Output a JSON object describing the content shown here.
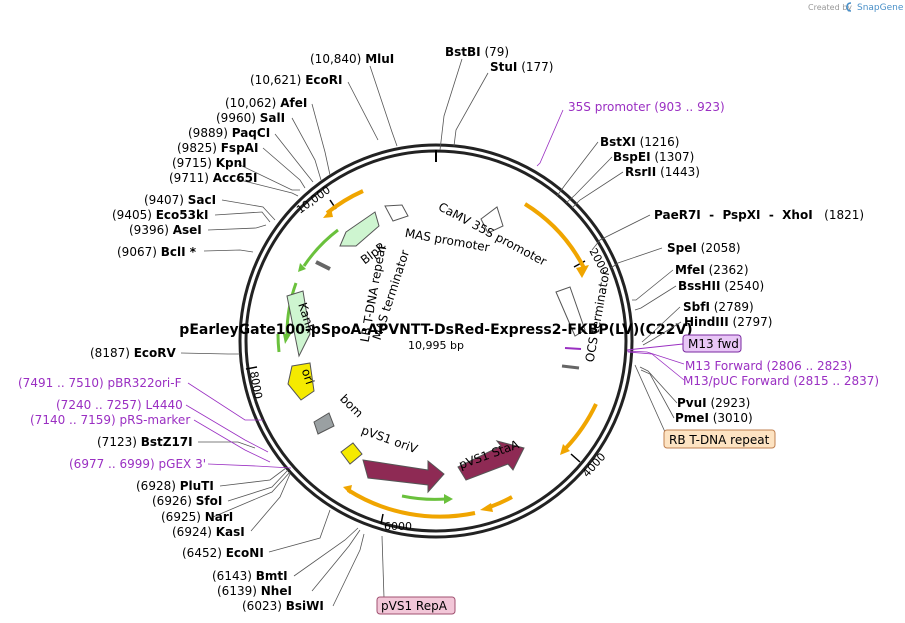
{
  "header": {
    "credit": "Created by",
    "brand": "SnapGene"
  },
  "plasmid": {
    "name": "pEarleyGate100-pSpoA-APVNTT-DsRed-Express2-FKBP(LV)(C22V)",
    "length": "10,995 bp"
  },
  "ticks": [
    "2000",
    "4000",
    "6000",
    "8000",
    "10,000"
  ],
  "sites": [
    {
      "name": "MluI",
      "pos": "(10,840)",
      "side": "left"
    },
    {
      "name": "EcoRI",
      "pos": "(10,621)",
      "side": "left"
    },
    {
      "name": "AfeI",
      "pos": "(10,062)",
      "side": "left"
    },
    {
      "name": "SalI",
      "pos": "(9960)",
      "side": "left"
    },
    {
      "name": "PaqCI",
      "pos": "(9889)",
      "side": "left"
    },
    {
      "name": "FspAI",
      "pos": "(9825)",
      "side": "left"
    },
    {
      "name": "KpnI",
      "pos": "(9715)",
      "side": "left"
    },
    {
      "name": "Acc65I",
      "pos": "(9711)",
      "side": "left"
    },
    {
      "name": "SacI",
      "pos": "(9407)",
      "side": "left"
    },
    {
      "name": "Eco53kI",
      "pos": "(9405)",
      "side": "left"
    },
    {
      "name": "AseI",
      "pos": "(9396)",
      "side": "left"
    },
    {
      "name": "BclI *",
      "pos": "(9067)",
      "side": "left"
    },
    {
      "name": "EcoRV",
      "pos": "(8187)",
      "side": "left"
    },
    {
      "name": "BstZ17I",
      "pos": "(7123)",
      "side": "left"
    },
    {
      "name": "PluTI",
      "pos": "(6928)",
      "side": "left"
    },
    {
      "name": "SfoI",
      "pos": "(6926)",
      "side": "left"
    },
    {
      "name": "NarI",
      "pos": "(6925)",
      "side": "left"
    },
    {
      "name": "KasI",
      "pos": "(6924)",
      "side": "left"
    },
    {
      "name": "EcoNI",
      "pos": "(6452)",
      "side": "left"
    },
    {
      "name": "BmtI",
      "pos": "(6143)",
      "side": "left"
    },
    {
      "name": "NheI",
      "pos": "(6139)",
      "side": "left"
    },
    {
      "name": "BsiWI",
      "pos": "(6023)",
      "side": "left"
    },
    {
      "name": "BstBI",
      "pos": "(79)",
      "side": "right"
    },
    {
      "name": "StuI",
      "pos": "(177)",
      "side": "right"
    },
    {
      "name": "BstXI",
      "pos": "(1216)",
      "side": "right"
    },
    {
      "name": "BspEI",
      "pos": "(1307)",
      "side": "right"
    },
    {
      "name": "RsrII",
      "pos": "(1443)",
      "side": "right"
    },
    {
      "name": "PaeR7I  -  PspXI  -  XhoI",
      "pos": "(1821)",
      "side": "right"
    },
    {
      "name": "SpeI",
      "pos": "(2058)",
      "side": "right"
    },
    {
      "name": "MfeI",
      "pos": "(2362)",
      "side": "right"
    },
    {
      "name": "BssHII",
      "pos": "(2540)",
      "side": "right"
    },
    {
      "name": "SbfI",
      "pos": "(2789)",
      "side": "right"
    },
    {
      "name": "HindIII",
      "pos": "(2797)",
      "side": "right"
    },
    {
      "name": "PvuI",
      "pos": "(2923)",
      "side": "right"
    },
    {
      "name": "PmeI",
      "pos": "(3010)",
      "side": "right"
    }
  ],
  "primers": [
    {
      "name": "35S promoter",
      "range": "(903 .. 923)"
    },
    {
      "name": "M13 Forward",
      "range": "(2806 .. 2823)"
    },
    {
      "name": "M13/pUC Forward",
      "range": "(2815 .. 2837)"
    },
    {
      "name": "pBR322ori-F",
      "range": "(7491 .. 7510)"
    },
    {
      "name": "L4440",
      "range": "(7240 .. 7257)"
    },
    {
      "name": "pRS-marker",
      "range": "(7140 .. 7159)"
    },
    {
      "name": "pGEX 3'",
      "range": "(6977 .. 6999)"
    }
  ],
  "boxed": {
    "m13fwd": "M13 fwd",
    "rb": "RB T-DNA repeat",
    "repa": "pVS1 RepA"
  },
  "features": {
    "camv": "CaMV 35S promoter",
    "mas_promoter": "MAS promoter",
    "blpr": "BlpR",
    "mas_terminator": "MAS terminator",
    "lb": "LB T-DNA repeat",
    "kanr": "KanR",
    "ori": "ori",
    "bom": "bom",
    "pvs1_ori": "pVS1 oriV",
    "pvs1_staa": "pVS1 StaA",
    "ocs": "OCS terminator"
  },
  "colors": {
    "primer": "#9a2fc2",
    "orange": "#f0a500",
    "green": "#6ac13c",
    "maroon": "#8e2a54",
    "yellow": "#f5ea00"
  }
}
